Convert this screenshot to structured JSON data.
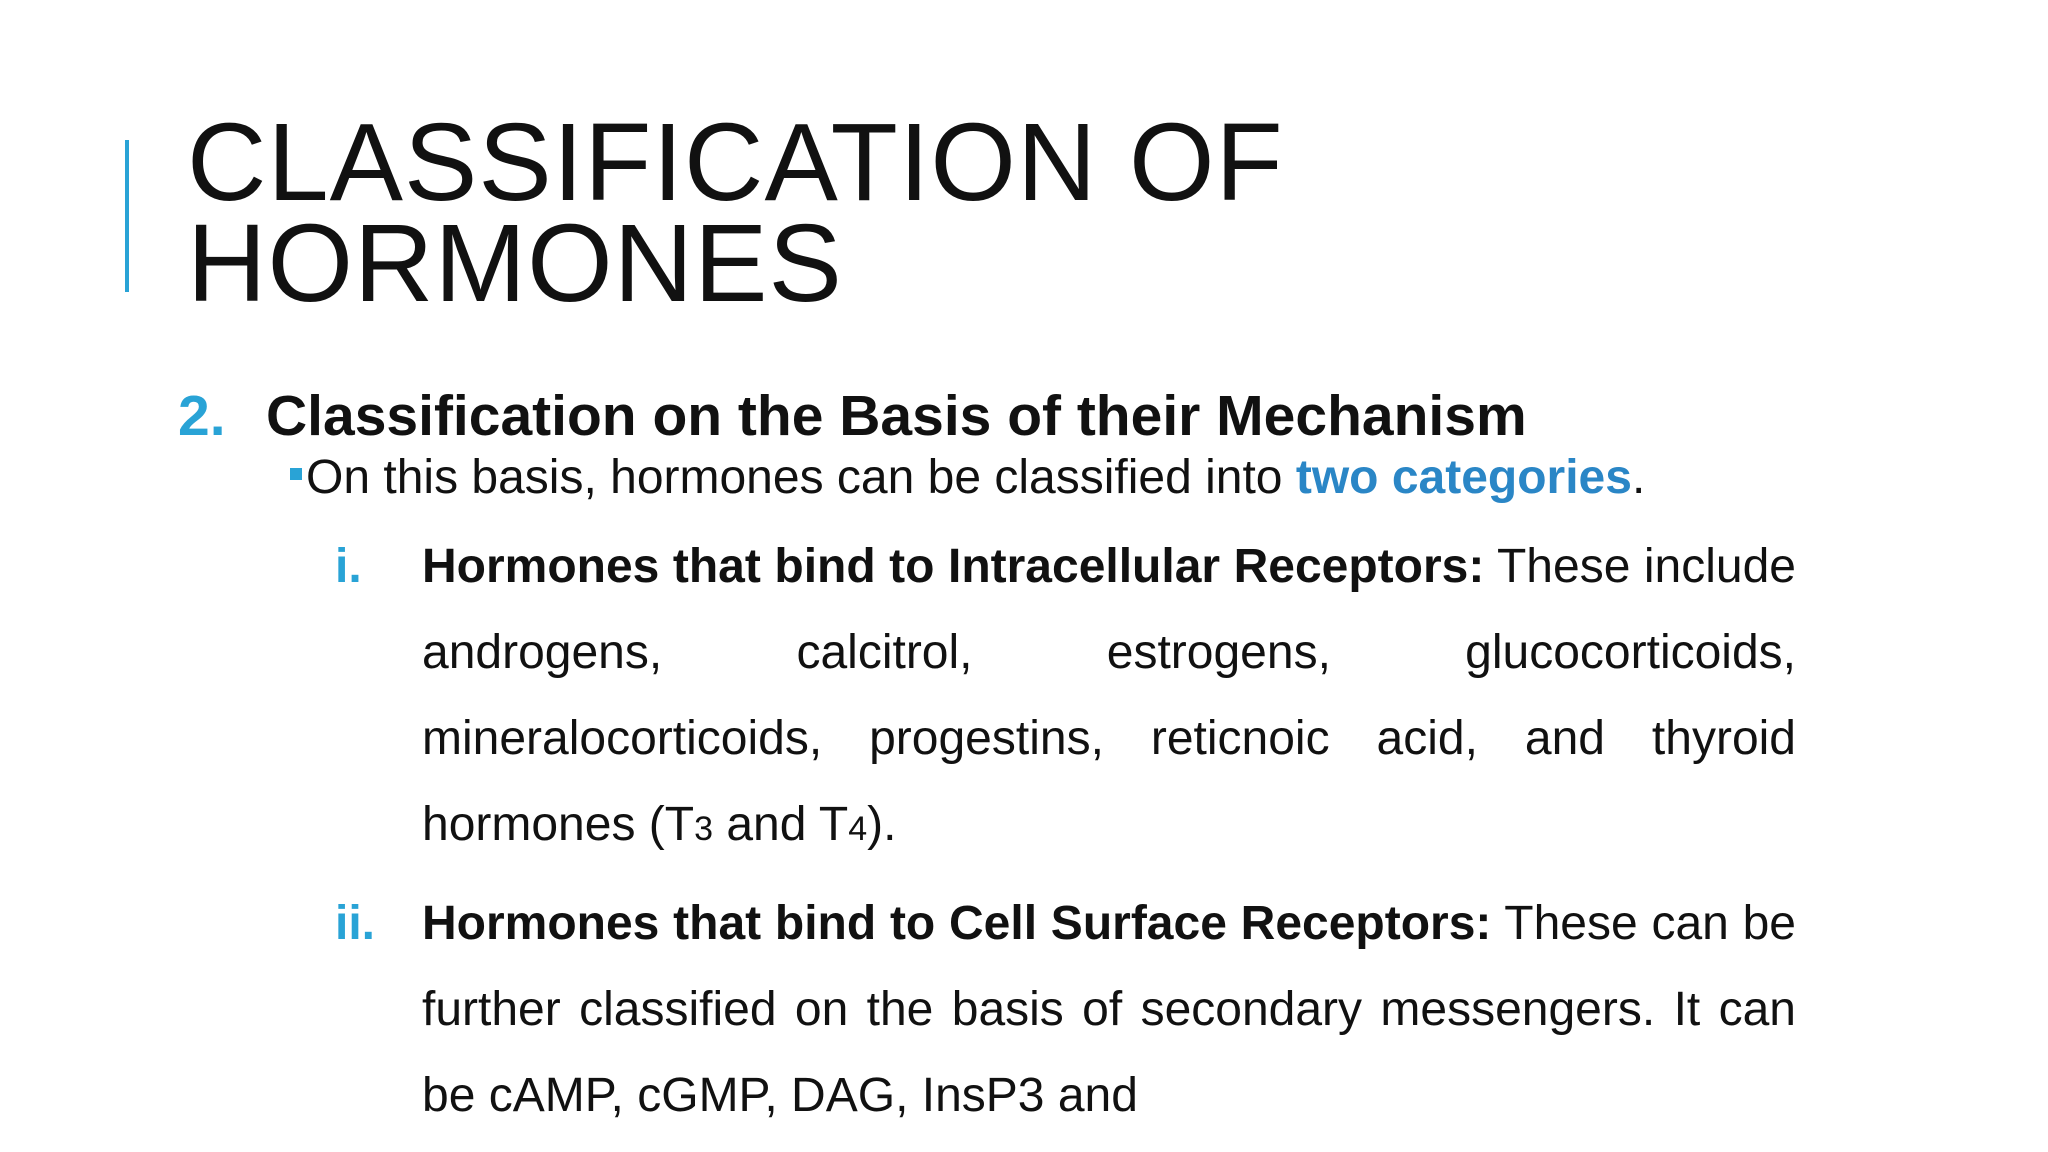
{
  "title": {
    "line1": "CLASSIFICATION OF",
    "line2": "HORMONES"
  },
  "section": {
    "number": "2.",
    "heading": "Classification on the Basis of their Mechanism"
  },
  "bullet": {
    "text_before": "On this basis, hormones can be classified into ",
    "highlight": "two categories",
    "text_after": "."
  },
  "items": [
    {
      "numeral": "i.",
      "bold": "Hormones that bind to Intracellular Receptors:",
      "text": " These include androgens, calcitrol, estrogens, glucocorticoids, mineralocorticoids, progestins, reticnoic acid, and thyroid hormones (T",
      "sub1": "3",
      "mid": " and T",
      "sub2": "4",
      "end": ")."
    },
    {
      "numeral": "ii.",
      "bold": "Hormones that bind to Cell Surface Receptors:",
      "text": " These can be further classified on the basis of secondary messengers. It can be cAMP, cGMP, DAG, InsP3 and"
    }
  ],
  "colors": {
    "accent": "#29a3d6",
    "highlight": "#2a86c6",
    "text": "#111111"
  }
}
